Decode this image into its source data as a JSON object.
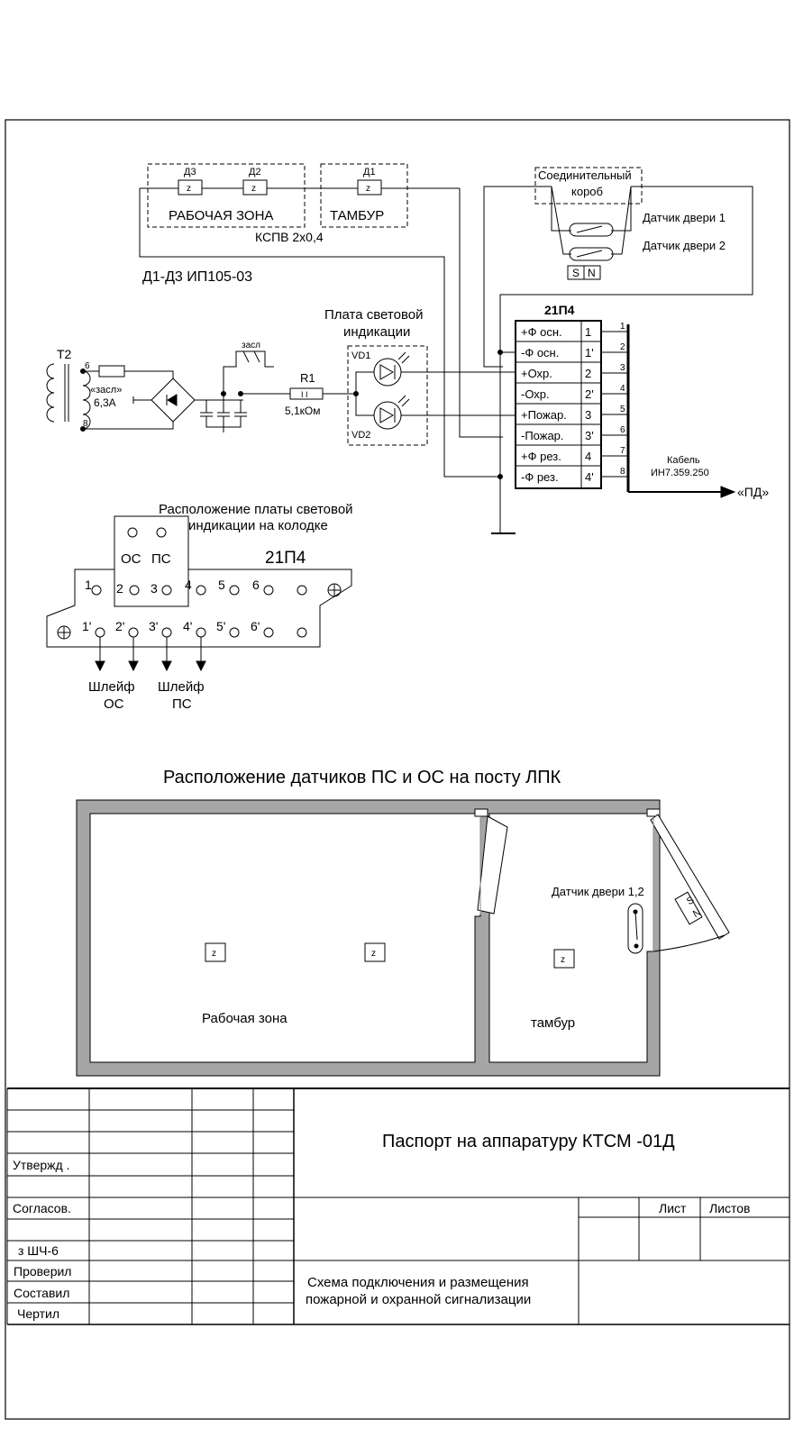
{
  "schematic": {
    "kspv_label": "КСПВ 2х0,4",
    "zone_work_label": "РАБОЧАЯ ЗОНА",
    "zone_tambur_label": "ТАМБУР",
    "detectors": {
      "d3": "Д3",
      "d2": "Д2",
      "d1": "Д1",
      "symbol": "z"
    },
    "detector_type": "Д1-Д3  ИП105-03",
    "junction_box_line1": "Соединительный",
    "junction_box_line2": "короб",
    "door_sensor_1": "Датчик двери 1",
    "door_sensor_2": "Датчик двери 2",
    "magnet_s": "S",
    "magnet_n": "N",
    "indicator_board_line1": "Плата световой",
    "indicator_board_line2": "индикации",
    "vd1": "VD1",
    "vd2": "VD2",
    "transformer": "T2",
    "pin6": "6",
    "pin8": "8",
    "fuse_name": "«засл»",
    "fuse_rating": "6,3А",
    "zasl_label": "засл",
    "resistor_name": "R1",
    "resistor_value": "5,1кОм",
    "connector_title": "21П4",
    "connector_rows": [
      {
        "label": "+Ф осн.",
        "pin": "1",
        "wire": "1"
      },
      {
        "label": "-Ф осн.",
        "pin": "1'",
        "wire": "2"
      },
      {
        "label": "+Охр.",
        "pin": "2",
        "wire": "3"
      },
      {
        "label": "-Охр.",
        "pin": "2'",
        "wire": "4"
      },
      {
        "label": "+Пожар.",
        "pin": "3",
        "wire": "5"
      },
      {
        "label": "-Пожар.",
        "pin": "3'",
        "wire": "6"
      },
      {
        "label": "+Ф рез.",
        "pin": "4",
        "wire": "7"
      },
      {
        "label": "-Ф рез.",
        "pin": "4'",
        "wire": "8"
      }
    ],
    "cable_line1": "Кабель",
    "cable_line2": "ИН7.359.250",
    "pd_label": "«ПД»"
  },
  "layout_block": {
    "title_line1": "Расположение платы световой",
    "title_line2": "индикации на колодке",
    "connector_title": "21П4",
    "led_os": "ОС",
    "led_ps": "ПС",
    "top_pins": [
      "1",
      "2",
      "3",
      "4",
      "5",
      "6"
    ],
    "bottom_pins": [
      "1'",
      "2'",
      "3'",
      "4'",
      "5'",
      "6'"
    ],
    "loop_os_line1": "Шлейф",
    "loop_os_line2": "ОС",
    "loop_ps_line1": "Шлейф",
    "loop_ps_line2": "ПС"
  },
  "floor_plan": {
    "title": "Расположение датчиков ПС и ОС на посту ЛПК",
    "work_zone": "Рабочая зона",
    "tambur": "тамбур",
    "door_sensor": "Датчик двери 1,2",
    "detector_symbol": "z",
    "magnet_s": "S",
    "magnet_n": "N"
  },
  "title_block": {
    "doc_title": "Паспорт на аппаратуру КТСМ -01Д",
    "utverzhd": "Утвержд .",
    "soglasov": "Согласов.",
    "shch": "з ШЧ-6",
    "proveril": "Проверил",
    "sostavil": "Составил",
    "chertil": "Чертил",
    "sheet": "Лист",
    "sheets": "Листов",
    "drawing_line1": "Схема подключения и размещения",
    "drawing_line2": "пожарной и охранной сигнализации"
  }
}
